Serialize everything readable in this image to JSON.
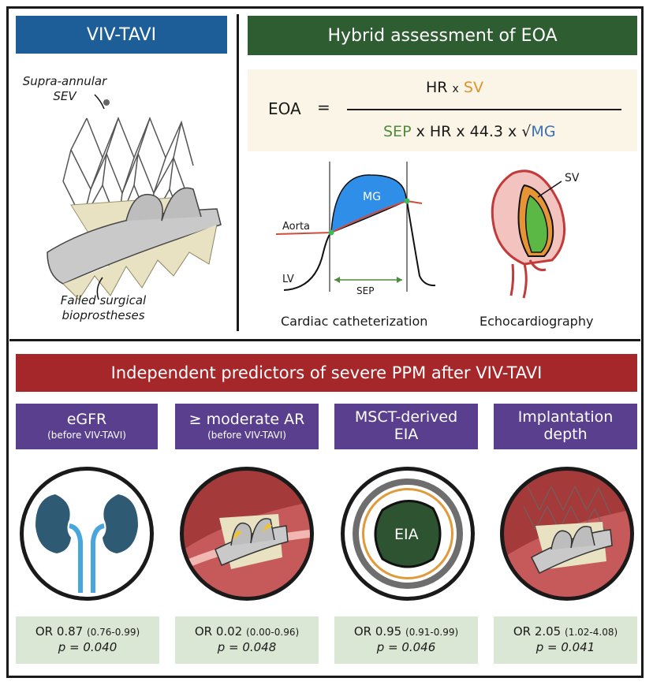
{
  "viv_header": "VIV-TAVI",
  "hybrid_header": "Hybrid assessment of EOA",
  "labels": {
    "sev": "Supra-annular\nSEV",
    "failed": "Failed surgical\nbioprostheses",
    "aorta": "Aorta",
    "lv": "LV",
    "mg": "MG",
    "sep": "SEP",
    "sv": "SV",
    "cath": "Cardiac catheterization",
    "echo": "Echocardiography",
    "eia": "EIA"
  },
  "formula": {
    "lhs": "EOA",
    "eq": "=",
    "num_hr": "HR",
    "x": "x",
    "num_sv": "SV",
    "den_sep": "SEP",
    "den_rest": "x HR x 44.3 x √",
    "den_mg": "MG"
  },
  "predictors_header": "Independent predictors of severe PPM after VIV-TAVI",
  "predictors": [
    {
      "title": "eGFR",
      "sub": "(before VIV-TAVI)",
      "or": "OR 0.87",
      "ci": "(0.76-0.99)",
      "p": "p = 0.040"
    },
    {
      "title": "≥ moderate AR",
      "sub": "(before VIV-TAVI)",
      "or": "OR 0.02",
      "ci": "(0.00-0.96)",
      "p": "p = 0.048"
    },
    {
      "title": "MSCT-derived\nEIA",
      "sub": "",
      "or": "OR 0.95",
      "ci": "(0.91-0.99)",
      "p": "p = 0.046"
    },
    {
      "title": "Implantation\ndepth",
      "sub": "",
      "or": "OR 2.05",
      "ci": "(1.02-4.08)",
      "p": "p = 0.041"
    }
  ],
  "colors": {
    "blue": "#1d5e99",
    "green": "#2f5d32",
    "red": "#a5272a",
    "purple": "#5a3f8f",
    "orange": "#e0922a",
    "mg_blue": "#3b6fb5",
    "sep_green": "#4e8b3a"
  }
}
